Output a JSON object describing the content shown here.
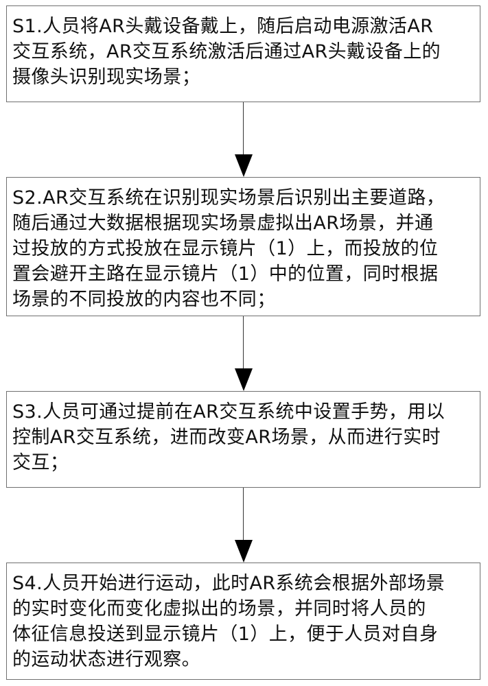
{
  "diagram": {
    "type": "flowchart",
    "direction": "top-to-bottom",
    "steps": [
      {
        "id": "S1",
        "text": "S1.人员将AR头戴设备戴上，随后启动电源激活AR交互系统，AR交互系统激活后通过AR头戴设备上的摄像头识别现实场景；",
        "lines": [
          "S1.人员将AR头戴设备戴上，随后启动电源激活AR",
          "交互系统，AR交互系统激活后通过AR头戴设备上的",
          "摄像头识别现实场景；"
        ]
      },
      {
        "id": "S2",
        "text": "S2.AR交互系统在识别现实场景后识别出主要道路，随后通过大数据根据现实场景虚拟出AR场景，并通过投放的方式投放在显示镜片（1）上，而投放的位置会避开主路在显示镜片（1）中的位置，同时根据场景的不同投放的内容也不同；",
        "lines": [
          "S2.AR交互系统在识别现实场景后识别出主要道路，",
          "随后通过大数据根据现实场景虚拟出AR场景，并通",
          "过投放的方式投放在显示镜片（1）上，而投放的位",
          "置会避开主路在显示镜片（1）中的位置，同时根据",
          "场景的不同投放的内容也不同；"
        ]
      },
      {
        "id": "S3",
        "text": "S3.人员可通过提前在AR交互系统中设置手势，用以控制AR交互系统，进而改变AR场景，从而进行实时交互；",
        "lines": [
          "S3.人员可通过提前在AR交互系统中设置手势，用以",
          "控制AR交互系统，进而改变AR场景，从而进行实时",
          "交互；"
        ]
      },
      {
        "id": "S4",
        "text": "S4.人员开始进行运动，此时AR系统会根据外部场景的实时变化而变化虚拟出的场景，并同时将人员的体征信息投送到显示镜片（1）上，便于人员对自身的运动状态进行观察。",
        "lines": [
          "S4.人员开始进行运动，此时AR系统会根据外部场景",
          "的实时变化而变化虚拟出的场景，并同时将人员的",
          "体征信息投送到显示镜片（1）上，便于人员对自身",
          "的运动状态进行观察。"
        ]
      }
    ],
    "edges": [
      {
        "from": "S1",
        "to": "S2"
      },
      {
        "from": "S2",
        "to": "S3"
      },
      {
        "from": "S3",
        "to": "S4"
      }
    ]
  }
}
